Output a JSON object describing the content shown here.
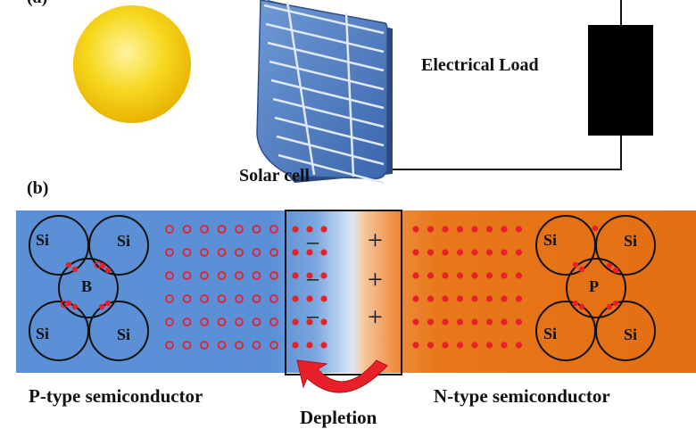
{
  "panel_a": {
    "label": "(a)",
    "solar_cell_label": "Solar cell",
    "load_label": "Electrical Load"
  },
  "panel_b": {
    "label": "(b)",
    "p_type_label": "P-type semiconductor",
    "n_type_label": "N-type semiconductor",
    "depletion_label": "Depletion",
    "p_lattice": {
      "corner_atom": "Si",
      "center_atom": "B"
    },
    "n_lattice": {
      "corner_atom": "Si",
      "center_atom": "P"
    },
    "depletion_neg_sign": "–",
    "depletion_pos_sign": "+"
  },
  "colors": {
    "p_region": "#5b8fd6",
    "n_region": "#e8781a",
    "carrier": "#e8202a",
    "sun": "#f4d21c",
    "panel": "#4a78c0",
    "load": "#000000"
  }
}
